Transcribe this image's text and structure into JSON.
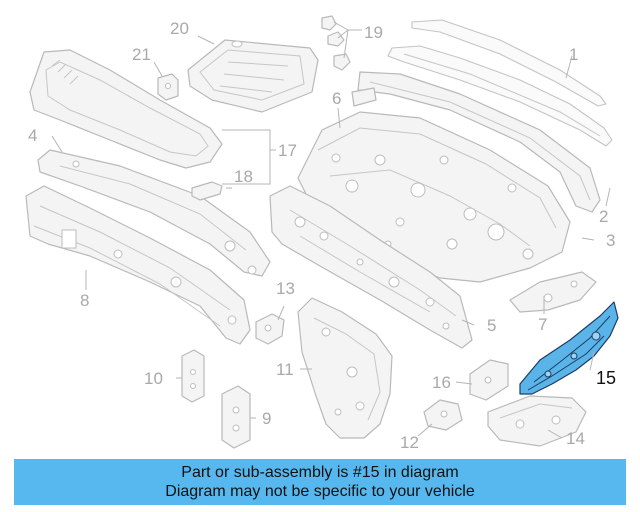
{
  "callouts": {
    "c1": "1",
    "c2": "2",
    "c3": "3",
    "c4": "4",
    "c5": "5",
    "c6": "6",
    "c7": "7",
    "c8": "8",
    "c9": "9",
    "c10": "10",
    "c11": "11",
    "c12": "12",
    "c13": "13",
    "c14": "14",
    "c15": "15",
    "c16": "16",
    "c17": "17",
    "c18": "18",
    "c19": "19",
    "c20": "20",
    "c21": "21"
  },
  "highlight": {
    "part_number": "15",
    "color": "#56b8ef"
  },
  "banner": {
    "line1": "Part or sub-assembly is #15 in diagram",
    "line2": "Diagram may not be specific to your vehicle",
    "background": "#56b8ef"
  }
}
